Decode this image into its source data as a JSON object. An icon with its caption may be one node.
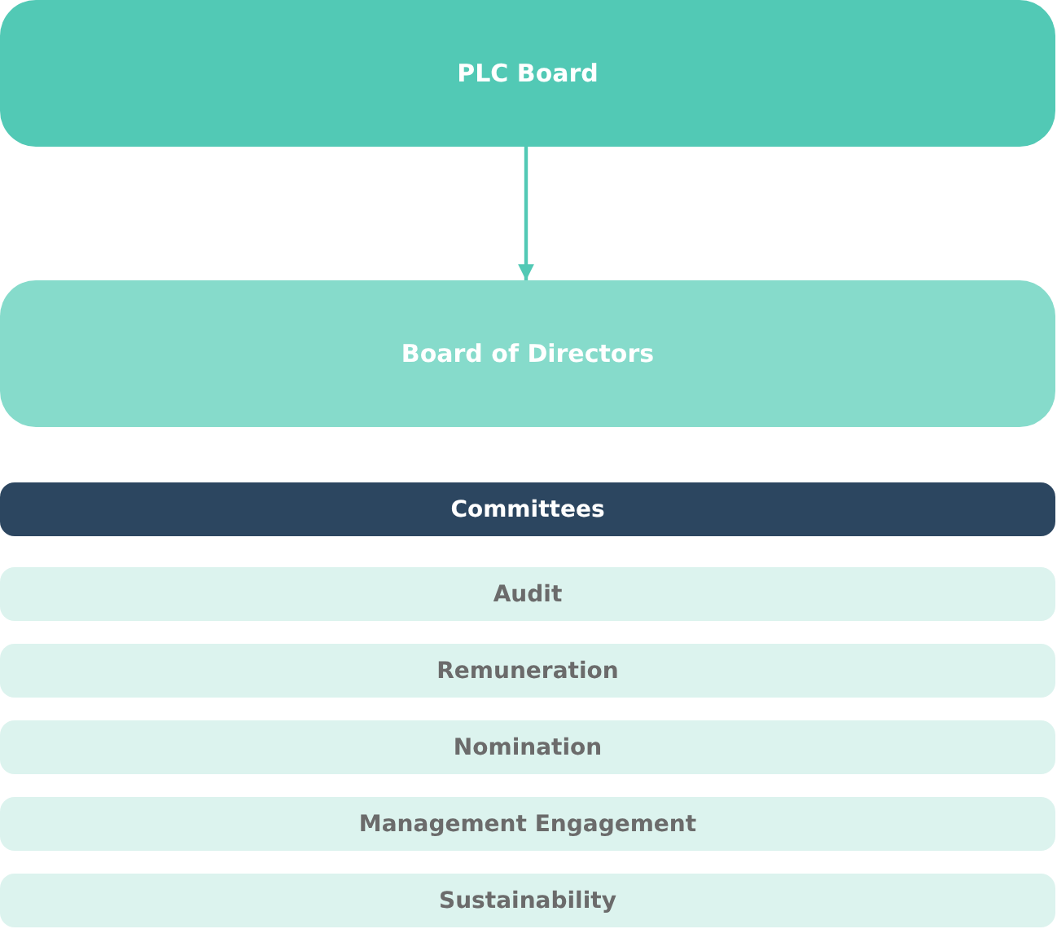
{
  "diagram": {
    "nodes": [
      {
        "text": [
          "PLC Board"
        ]
      },
      {
        "text": [
          "Board of Directors"
        ]
      },
      {
        "text": [
          "Committees"
        ]
      },
      {
        "text": [
          "Audit"
        ]
      },
      {
        "text": [
          "Remuneration"
        ]
      },
      {
        "text": [
          "Nomination"
        ]
      },
      {
        "text": [
          "Management Engagement"
        ]
      },
      {
        "text": [
          "Sustainability"
        ]
      }
    ],
    "edges": [
      {
        "from": 0,
        "to": 1,
        "arrow": "to"
      }
    ]
  }
}
